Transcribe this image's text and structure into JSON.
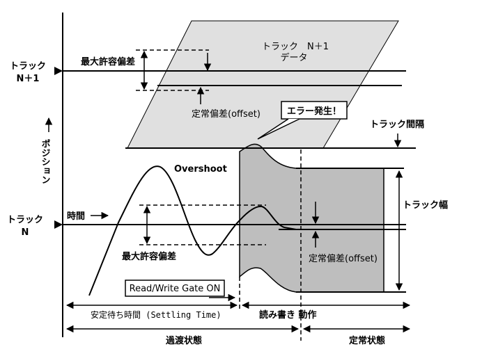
{
  "labels": {
    "track_n1_line1": "トラック",
    "track_n1_line2": "N＋1",
    "track_n_line1": "トラック",
    "track_n_line2": "N",
    "position_axis": "ポジション",
    "position_arrow": "↑",
    "data_region_line1": "トラック　N＋1",
    "data_region_line2": "データ",
    "max_deviation_top": "最大許容偏差",
    "offset_top": "定常偏差(offset)",
    "error_callout": "エラー発生！",
    "track_pitch": "トラック間隔",
    "overshoot": "Overshoot",
    "time_axis": "時間",
    "track_width": "トラック幅",
    "max_deviation_bottom": "最大許容偏差",
    "offset_right": "定常偏差(offset)",
    "gate_on": "Read/Write Gate ON",
    "settling_time": "安定待ち時間 (Settling Time)",
    "read_write": "読み書き 動作",
    "transient_state": "過渡状態",
    "steady_state": "定常状態"
  },
  "colors": {
    "data_region_fill": "#e0e0e0",
    "read_write_fill": "#bebebe",
    "line": "#000000",
    "background": "#ffffff"
  }
}
